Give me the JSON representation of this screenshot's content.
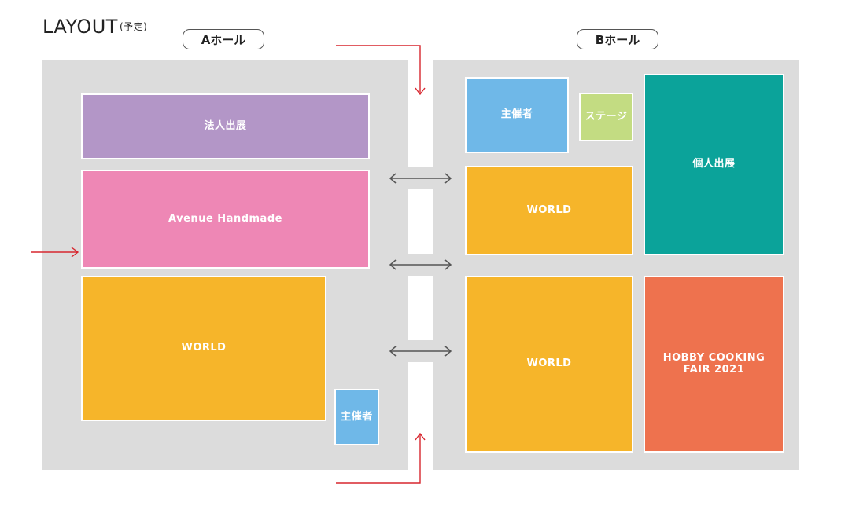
{
  "title": {
    "main": "LAYOUT",
    "sub": "(予定)"
  },
  "halls": {
    "a_label": "Aホール",
    "b_label": "Bホール"
  },
  "booths": {
    "corporate": "法人出展",
    "avenue": "Avenue Handmade",
    "world_a": "WORLD",
    "organizer_a": "主催者",
    "organizer_b": "主催者",
    "stage": "ステージ",
    "individual": "個人出展",
    "world_b_top": "WORLD",
    "world_b_bottom": "WORLD",
    "hobby": "HOBBY COOKING\nFAIR 2021"
  },
  "colors": {
    "hall_bg": "#dcdcdc",
    "purple": "#b396c7",
    "pink": "#ee87b5",
    "yellow": "#f6b52a",
    "blue": "#6fb8e8",
    "green": "#c3dc82",
    "teal": "#0ba39a",
    "orange": "#ee724e",
    "entry_arrow": "#d7262e",
    "connector_arrow": "#555555"
  }
}
